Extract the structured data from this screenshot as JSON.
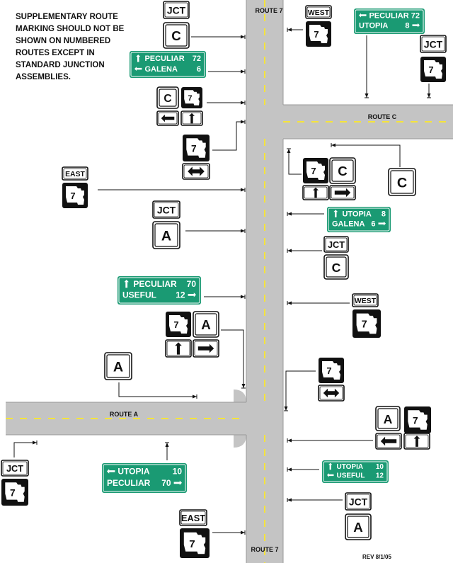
{
  "note": "SUPPLEMENTARY ROUTE MARKING SHOULD NOT BE SHOWN ON NUMBERED ROUTES EXCEPT IN STANDARD JUNCTION ASSEMBLIES.",
  "revision": "REV 8/1/05",
  "roads": {
    "route7_top": "ROUTE 7",
    "route7_bottom": "ROUTE 7",
    "route_c": "ROUTE C",
    "route_a": "ROUTE A"
  },
  "signs": {
    "jct": "JCT",
    "west": "WEST",
    "east": "EAST",
    "route_num": "7",
    "letter_c": "C",
    "letter_a": "A"
  },
  "guide_signs": {
    "g1": {
      "line1": {
        "arrow": "up",
        "text": "PECULIAR",
        "num": "72"
      },
      "line2": {
        "arrow": "left",
        "text": "GALENA",
        "num": "6"
      }
    },
    "g2": {
      "line1": {
        "arrow": "left",
        "text": "PECULIAR",
        "num": "72"
      },
      "line2": {
        "arrow": "right",
        "text": "UTOPIA",
        "num": "8"
      }
    },
    "g3": {
      "line1": {
        "arrow": "up",
        "text": "UTOPIA",
        "num": "8"
      },
      "line2": {
        "arrow": "right",
        "text": "GALENA",
        "num": "6"
      }
    },
    "g4": {
      "line1": {
        "arrow": "up",
        "text": "PECULIAR",
        "num": "70"
      },
      "line2": {
        "arrow": "right",
        "text": "USEFUL",
        "num": "12"
      }
    },
    "g5": {
      "line1": {
        "arrow": "left",
        "text": "UTOPIA",
        "num": "10"
      },
      "line2": {
        "arrow": "right",
        "text": "PECULIAR",
        "num": "70"
      }
    },
    "g6": {
      "line1": {
        "arrow": "up",
        "text": "UTOPIA",
        "num": "10"
      },
      "line2": {
        "arrow": "left",
        "text": "USEFUL",
        "num": "12"
      }
    }
  },
  "colors": {
    "guide_green": "#1a9a73",
    "road": "#c4c4c4",
    "center_line": "#f5e43a",
    "black": "#111111"
  }
}
